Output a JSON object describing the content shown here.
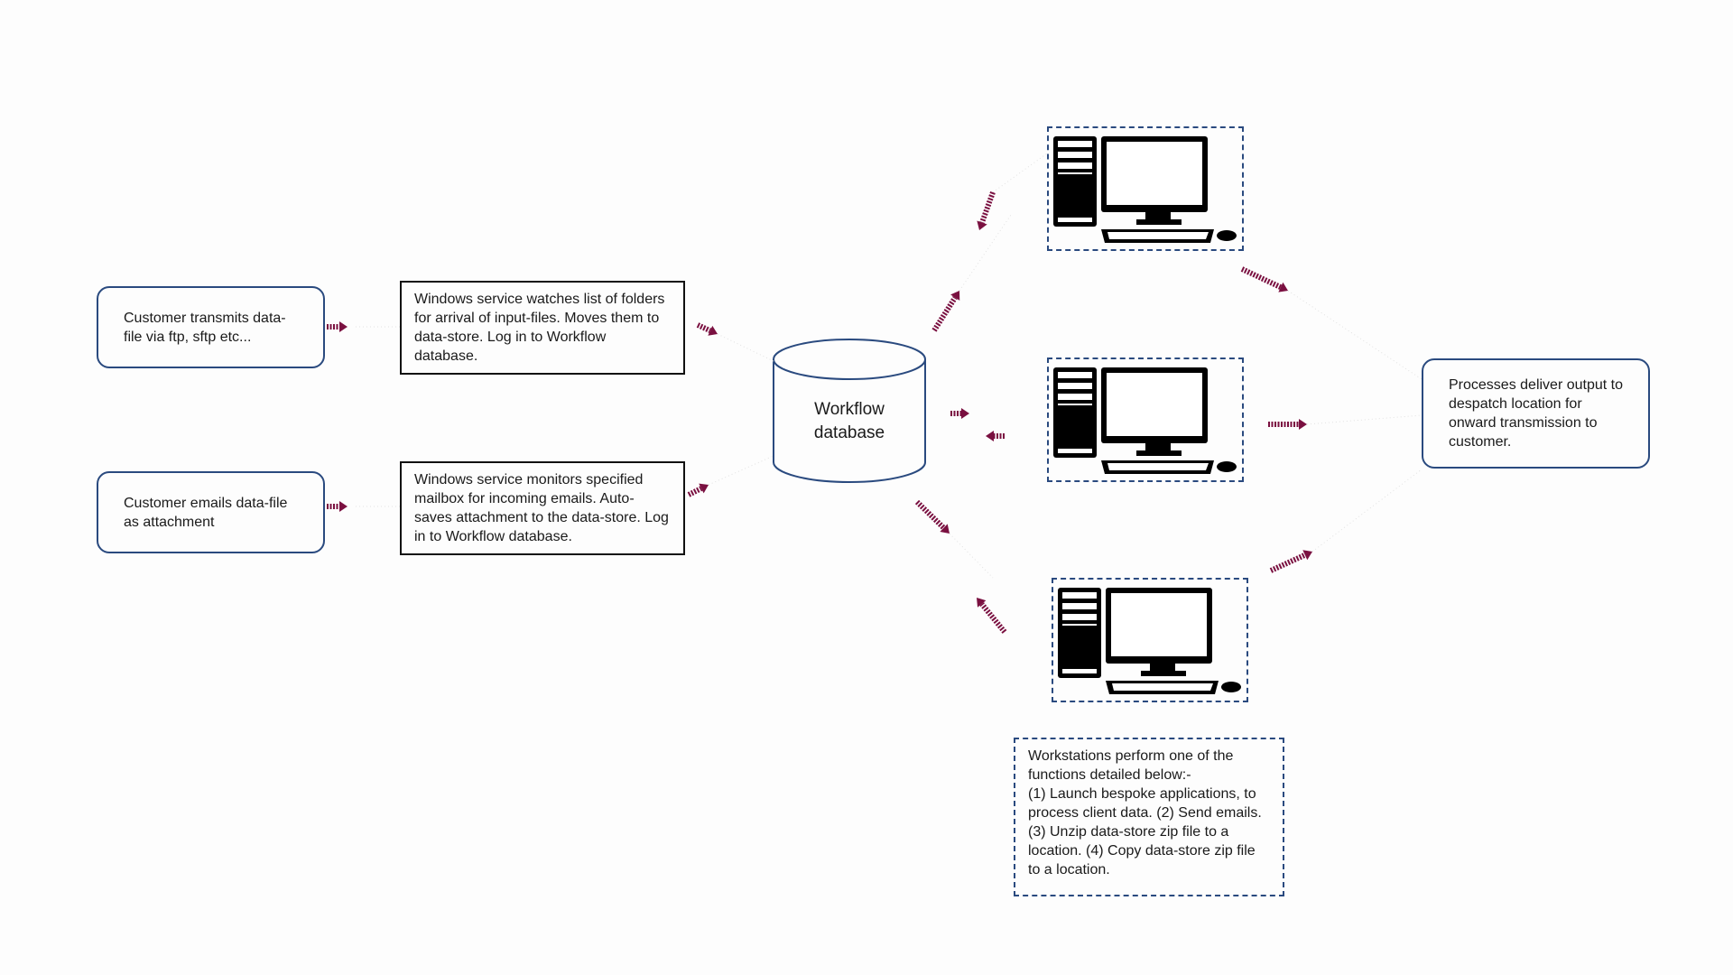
{
  "colors": {
    "box_border": "#2a4a7f",
    "arrow": "#7a1040",
    "text": "#1a1a1a",
    "workstation": "#000000"
  },
  "nodes": {
    "customer_ftp": "Customer transmits data-file via ftp, sftp etc...",
    "customer_email": "Customer emails data-file as attachment",
    "service_watch": "Windows service watches list of folders for arrival of input-files. Moves them to data-store. Log in to Workflow database.",
    "service_mailbox": "Windows service monitors specified mailbox for incoming emails. Auto-saves attachment to the data-store. Log in to Workflow database.",
    "database_line1": "Workflow",
    "database_line2": "database",
    "output": "Processes deliver output to despatch location for onward transmission to customer.",
    "workstation_desc_lines": [
      "Workstations perform one of the",
      "functions detailed below:-",
      "(1) Launch bespoke applications, to",
      "process client data. (2) Send emails.",
      "(3) Unzip data-store zip file to a",
      "location. (4) Copy data-store zip file",
      "to a location."
    ]
  },
  "workstations": [
    {
      "icon": "computer-icon"
    },
    {
      "icon": "computer-icon"
    },
    {
      "icon": "computer-icon"
    }
  ]
}
